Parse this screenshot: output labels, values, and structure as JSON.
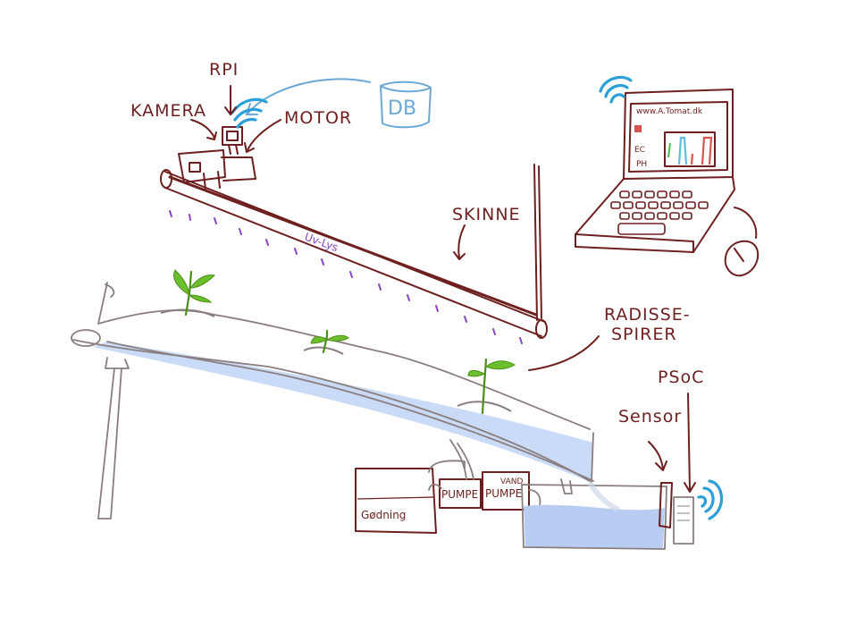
{
  "labels": {
    "rpi": "RPI",
    "kamera": "KAMERA",
    "motor": "MOTOR",
    "db": "DB",
    "skinne": "SKINNE",
    "uv_lys": "Uv-Lys",
    "radisse_line1": "RADISSE-",
    "radisse_line2": "SPIRER",
    "psoc": "PSoC",
    "sensor": "Sensor",
    "goedning": "Gødning",
    "pumpe": "PUMPE",
    "vand_pumpe_line1": "VAND",
    "vand_pumpe_line2": "PUMPE"
  },
  "laptop": {
    "url": "www.A.Tomat.dk",
    "menu": [
      "EC",
      "PH"
    ],
    "chart_colors": [
      "#5cb85c",
      "#5bc0de",
      "#d9534f",
      "#d9534f"
    ]
  },
  "colors": {
    "ink": "#6e1f1f",
    "wifi": "#2a9fd8",
    "db": "#6aa8d6",
    "uv": "#8a45c8",
    "water": "#b9cdf3",
    "leaf": "#6bbf2c"
  }
}
